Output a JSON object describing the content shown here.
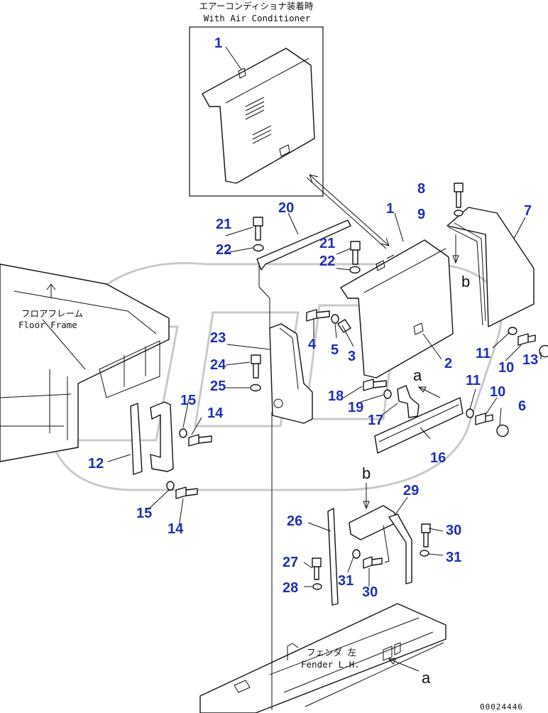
{
  "inset": {
    "caption_jp": "エアーコンディショナ装着時",
    "caption_en": "With Air Conditioner"
  },
  "labels": {
    "floor_frame_jp": "フロアフレーム",
    "floor_frame_en": "Floor Frame",
    "fender_jp": "フェンダ 左",
    "fender_en": "Fender L.H.",
    "ref_a": "a",
    "ref_b": "b",
    "drawing_code": "00024446"
  },
  "callouts": {
    "c1_inset": "1",
    "c1": "1",
    "c2": "2",
    "c3": "3",
    "c4": "4",
    "c5": "5",
    "c6": "6",
    "c7": "7",
    "c8": "8",
    "c9": "9",
    "c10a": "10",
    "c10b": "10",
    "c11a": "11",
    "c11b": "11",
    "c12": "12",
    "c13": "13",
    "c14a": "14",
    "c14b": "14",
    "c15a": "15",
    "c15b": "15",
    "c16": "16",
    "c17": "17",
    "c18": "18",
    "c19": "19",
    "c20": "20",
    "c21a": "21",
    "c21b": "21",
    "c22a": "22",
    "c22b": "22",
    "c23": "23",
    "c24": "24",
    "c25": "25",
    "c26": "26",
    "c27": "27",
    "c28": "28",
    "c29": "29",
    "c30a": "30",
    "c30b": "30",
    "c31a": "31",
    "c31b": "31"
  }
}
